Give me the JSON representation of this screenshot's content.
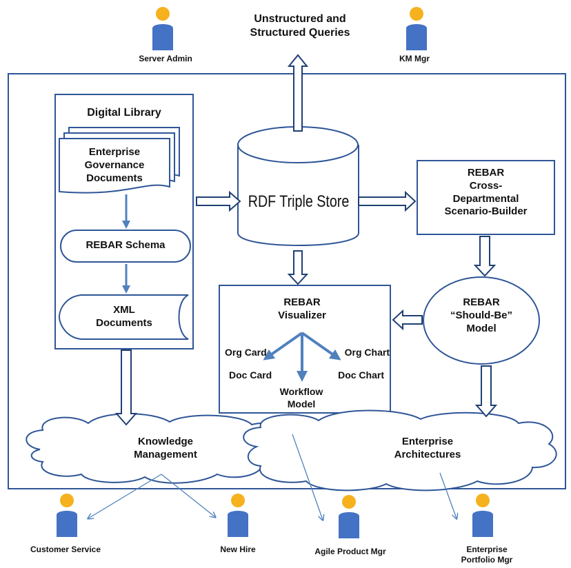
{
  "top": {
    "queries_line1": "Unstructured and",
    "queries_line2": "Structured Queries"
  },
  "actors": {
    "server_admin": "Server Admin",
    "km_mgr": "KM Mgr",
    "customer_service": "Customer Service",
    "new_hire": "New Hire",
    "agile_product_mgr": "Agile Product Mgr",
    "enterprise_portfolio_mgr_line1": "Enterprise",
    "enterprise_portfolio_mgr_line2": "Portfolio Mgr"
  },
  "digital_library": {
    "title": "Digital Library",
    "docs_line1": "Enterprise",
    "docs_line2": "Governance",
    "docs_line3": "Documents",
    "schema": "REBAR Schema",
    "xml_line1": "XML",
    "xml_line2": "Documents"
  },
  "rdf": {
    "label": "RDF Triple Store"
  },
  "scenario_builder": {
    "line1": "REBAR",
    "line2": "Cross-",
    "line3": "Departmental",
    "line4": "Scenario-Builder"
  },
  "should_be": {
    "line1": "REBAR",
    "line2": "“Should-Be”",
    "line3": "Model"
  },
  "visualizer": {
    "line1": "REBAR",
    "line2": "Visualizer",
    "org_card": "Org Card",
    "org_chart": "Org Chart",
    "doc_card": "Doc Card",
    "doc_chart": "Doc Chart",
    "workflow_line1": "Workflow",
    "workflow_line2": "Model"
  },
  "clouds": {
    "km_line1": "Knowledge",
    "km_line2": "Management",
    "ea_line1": "Enterprise",
    "ea_line2": "Architectures"
  },
  "colors": {
    "blue": "#4f81bd",
    "dark_blue": "#1f3f73",
    "person_head": "#f5b21e",
    "person_body": "#4472c4"
  },
  "icons": {
    "person": "person-icon",
    "hollow_arrow": "hollow-arrow-icon"
  }
}
